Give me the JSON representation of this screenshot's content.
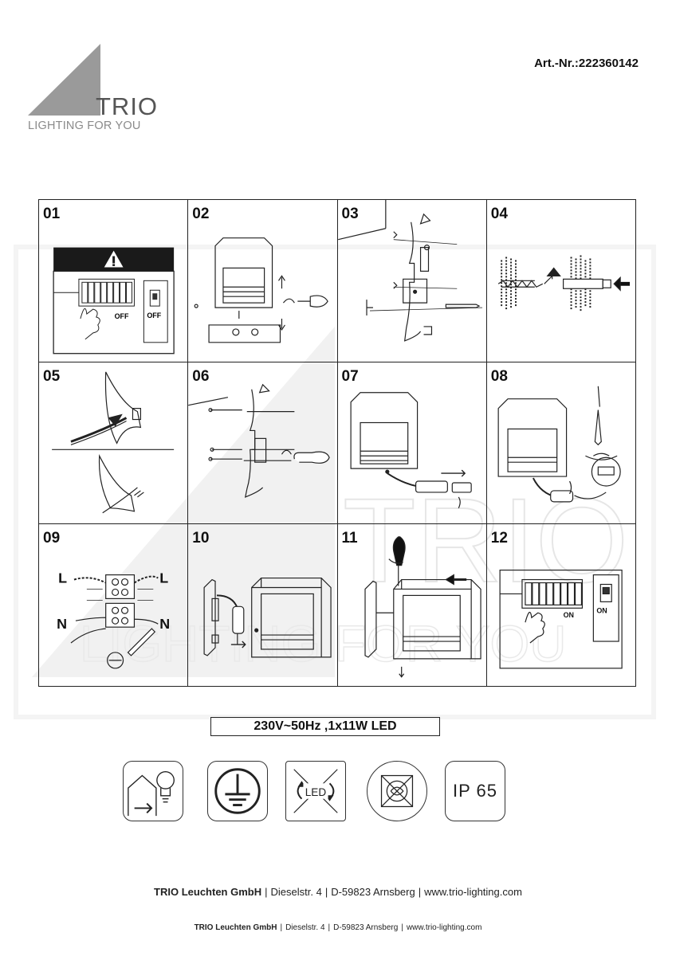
{
  "brand": {
    "name": "TRIO",
    "tagline": "LIGHTING FOR YOU"
  },
  "article_number": "Art.-Nr.:222360142",
  "steps": [
    {
      "num": "01",
      "labels": [
        "OFF",
        "OFF"
      ]
    },
    {
      "num": "02"
    },
    {
      "num": "03"
    },
    {
      "num": "04"
    },
    {
      "num": "05"
    },
    {
      "num": "06"
    },
    {
      "num": "07"
    },
    {
      "num": "08"
    },
    {
      "num": "09",
      "labels": [
        "L",
        "L",
        "N",
        "N"
      ]
    },
    {
      "num": "10"
    },
    {
      "num": "11"
    },
    {
      "num": "12",
      "labels": [
        "ON",
        "ON"
      ]
    }
  ],
  "spec": "230V~50Hz ,1x11W LED",
  "symbols": [
    {
      "icon": "indoor-lamp-icon"
    },
    {
      "icon": "protective-earth-icon"
    },
    {
      "icon": "led-not-replaceable-icon",
      "text": "LED"
    },
    {
      "icon": "no-halogen-icon"
    },
    {
      "icon": "ip-rating-icon",
      "text": "IP 65"
    }
  ],
  "footer": {
    "company": "TRIO Leuchten GmbH",
    "street": "Dieselstr. 4",
    "city": "D-59823 Arnsberg",
    "web": "www.trio-lighting.com",
    "separator": "|"
  }
}
